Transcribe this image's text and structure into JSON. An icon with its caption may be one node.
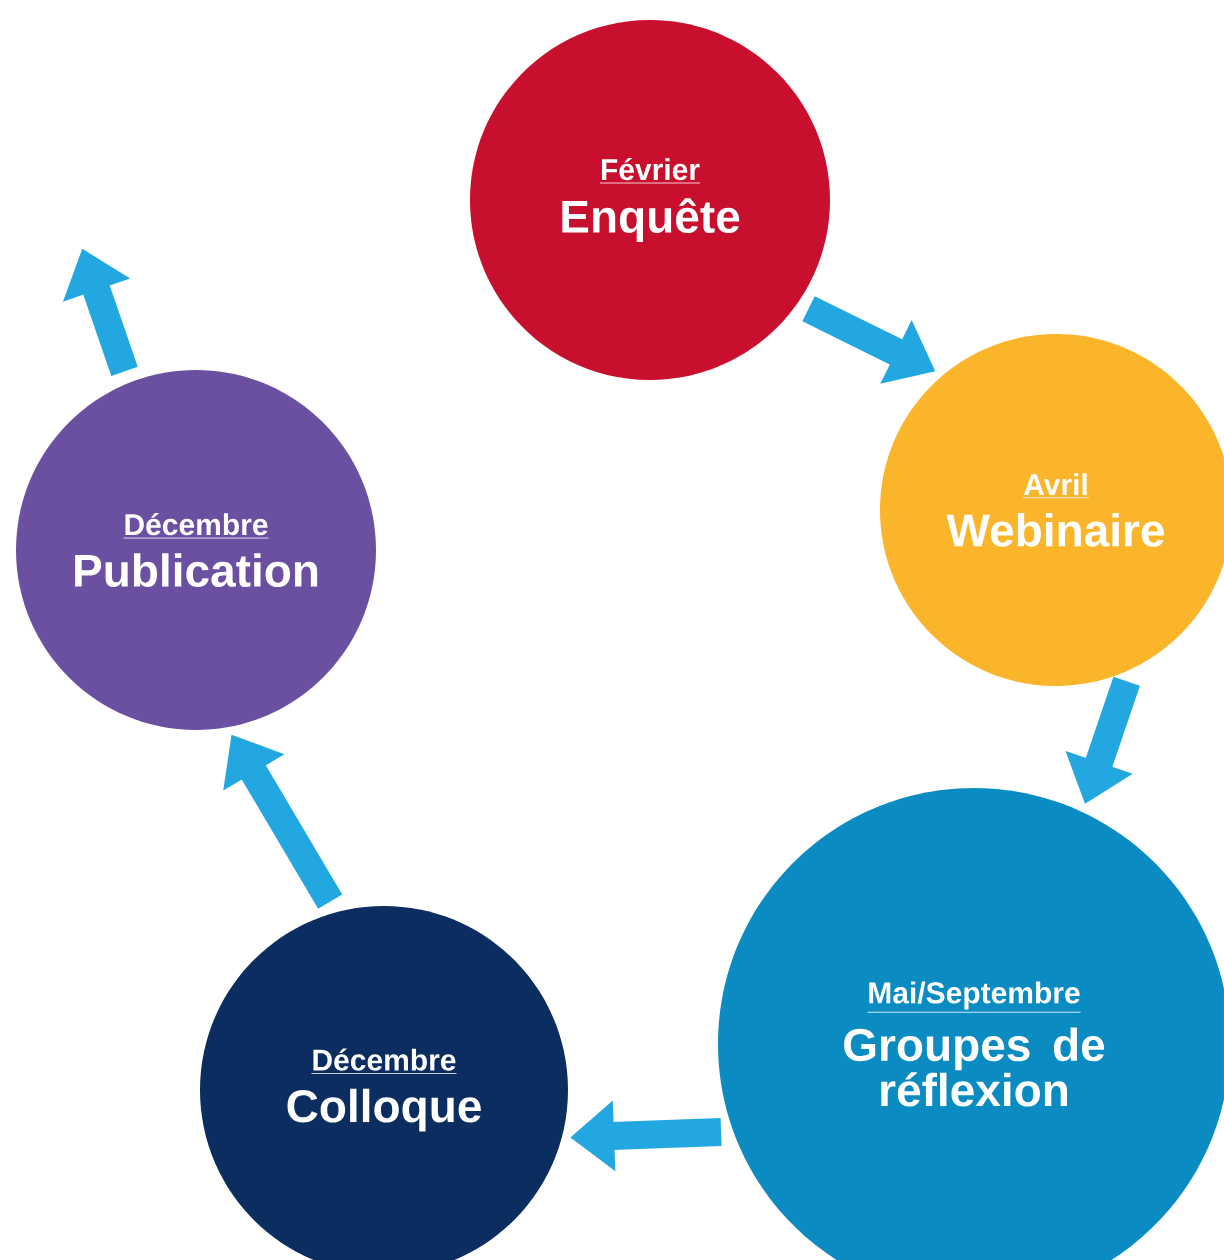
{
  "diagram": {
    "nodes": [
      {
        "text": [
          "Février",
          "Enquête"
        ]
      },
      {
        "text": [
          "Avril",
          "Webinaire"
        ]
      },
      {
        "text": [
          "Mai/Septembre",
          "Groupes de réflexion"
        ]
      },
      {
        "text": [
          "Décembre",
          "Colloque"
        ]
      },
      {
        "text": [
          "Décembre",
          "Publication"
        ]
      }
    ],
    "edges": [
      {
        "from": 0,
        "to": 1,
        "arrow": "to"
      },
      {
        "from": 1,
        "to": 2,
        "arrow": "to"
      },
      {
        "from": 2,
        "to": 3,
        "arrow": "to"
      },
      {
        "from": 3,
        "to": 4,
        "arrow": "to"
      },
      {
        "from": 4,
        "to": null,
        "arrow": "to"
      }
    ]
  }
}
